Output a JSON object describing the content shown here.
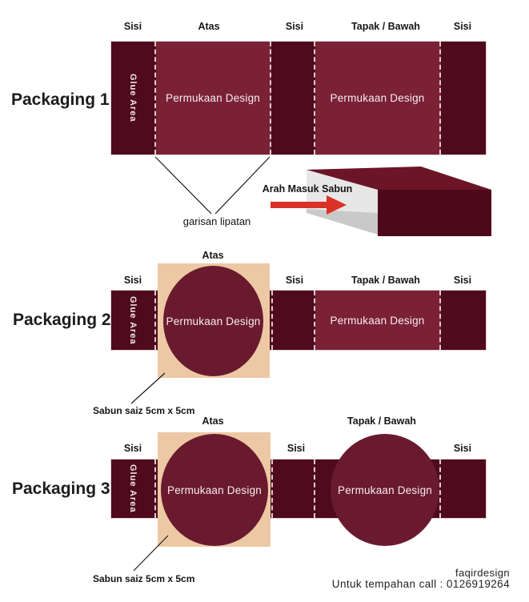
{
  "p1": {
    "title": "Packaging 1",
    "column_labels": [
      "Sisi",
      "Atas",
      "Sisi",
      "Tapak / Bawah",
      "Sisi"
    ],
    "glue_label": "Glue Area",
    "surface_label_top": "Permukaan Design",
    "surface_label_bottom": "Permukaan Design",
    "fold_line_label": "garisan lipatan",
    "insert_direction_label": "Arah Masuk Sabun"
  },
  "p2": {
    "title": "Packaging 2",
    "atas_label": "Atas",
    "column_labels": [
      "Sisi",
      "Sisi",
      "Tapak / Bawah",
      "Sisi"
    ],
    "glue_label": "Glue Area",
    "surface_label_circle": "Permukaan Design",
    "surface_label_panel": "Permukaan Design",
    "soap_size_label": "Sabun saiz 5cm x 5cm"
  },
  "p3": {
    "title": "Packaging 3",
    "atas_label": "Atas",
    "tapak_label": "Tapak / Bawah",
    "column_labels": [
      "Sisi",
      "Sisi",
      "Sisi"
    ],
    "glue_label": "Glue Area",
    "surface_label_circle1": "Permukaan Design",
    "surface_label_circle2": "Permukaan Design",
    "soap_size_label": "Sabun saiz 5cm x 5cm"
  },
  "footer": {
    "brand": "faqirdesign",
    "contact": "Untuk tempahan call : 0126919264"
  },
  "colors": {
    "dark_maroon": "#4f0a1d",
    "panel_maroon": "#7a2135",
    "circle_maroon": "#6a1a2e",
    "soap_tan": "#ecc9a4",
    "arrow_red": "#da3226",
    "box_top_maroon": "#6b1527",
    "box_front_maroon": "#4d081a",
    "box_inner_gray": "#e7e7e7",
    "box_bottom_gray": "#c9c9c9",
    "fold_dash": "#dccdd1"
  }
}
